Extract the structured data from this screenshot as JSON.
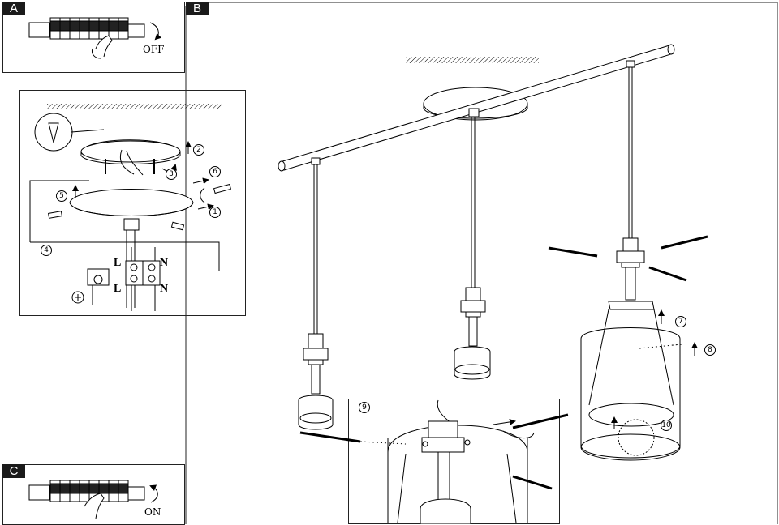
{
  "panels": {
    "a": {
      "tab": "A",
      "action": "OFF"
    },
    "b": {
      "tab": "B"
    },
    "c": {
      "tab": "C",
      "action": "ON"
    }
  },
  "steps": {
    "s1": "1",
    "s2": "2",
    "s3": "3",
    "s4": "4",
    "s5": "5",
    "s6": "6",
    "s7": "7",
    "s8": "8",
    "s9": "9",
    "s10": "10"
  },
  "wiring": {
    "live_top": "L",
    "neutral_top": "N",
    "live_bottom": "L",
    "neutral_bottom": "N"
  }
}
